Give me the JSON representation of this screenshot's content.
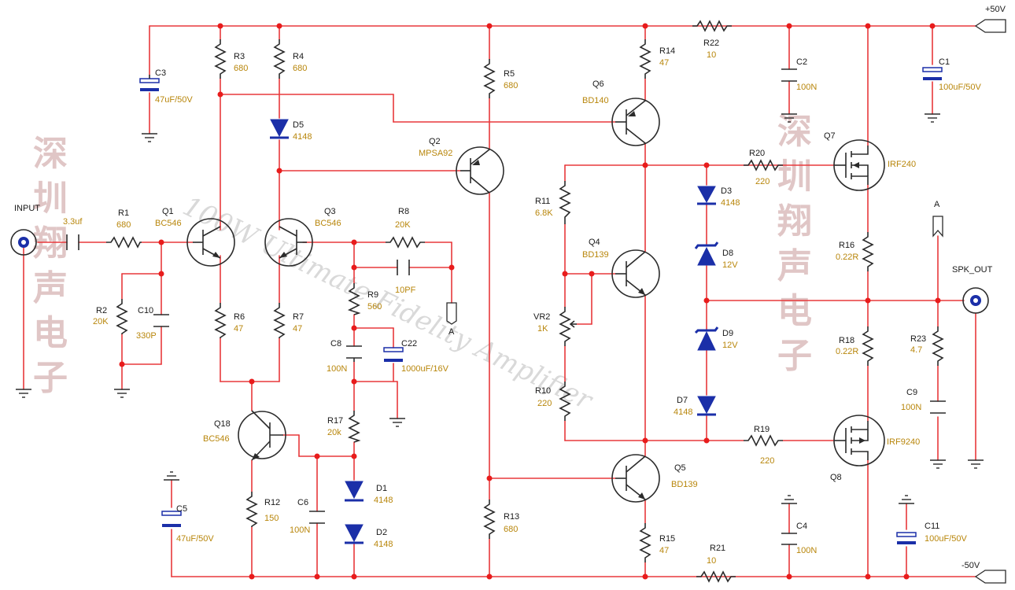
{
  "rails": {
    "pos": "+50V",
    "neg": "-50V"
  },
  "connectors": {
    "input": "INPUT",
    "output": "SPK_OUT",
    "port_a": "A"
  },
  "watermark": {
    "chinese": "深圳翔声电子",
    "title": "100W Ultimate Fidelity Amplifier"
  },
  "components": [
    {
      "ref": "C3",
      "value": "47uF/50V"
    },
    {
      "ref": "R3",
      "value": "680"
    },
    {
      "ref": "R4",
      "value": "680"
    },
    {
      "ref": "D5",
      "value": "4148"
    },
    {
      "ref": "R5",
      "value": "680"
    },
    {
      "ref": "Q2",
      "value": "MPSA92"
    },
    {
      "ref": "R14",
      "value": "47"
    },
    {
      "ref": "Q6",
      "value": "BD140"
    },
    {
      "ref": "R22",
      "value": "10"
    },
    {
      "ref": "C2",
      "value": "100N"
    },
    {
      "ref": "C1",
      "value": "100uF/50V"
    },
    {
      "ref": "Q7",
      "value": "IRF240"
    },
    {
      "ref": "R20",
      "value": "220"
    },
    {
      "ref": "D3",
      "value": "4148"
    },
    {
      "ref": "D8",
      "value": "12V"
    },
    {
      "ref": "D9",
      "value": "12V"
    },
    {
      "ref": "D7",
      "value": "4148"
    },
    {
      "ref": "R19",
      "value": "220"
    },
    {
      "ref": "Q8",
      "value": "IRF9240"
    },
    {
      "ref": "R16",
      "value": "0.22R"
    },
    {
      "ref": "R18",
      "value": "0.22R"
    },
    {
      "ref": "R23",
      "value": "4.7"
    },
    {
      "ref": "C9",
      "value": "100N"
    },
    {
      "ref": "R11",
      "value": "6.8K"
    },
    {
      "ref": "Q4",
      "value": "BD139"
    },
    {
      "ref": "VR2",
      "value": "1K"
    },
    {
      "ref": "R10",
      "value": "220"
    },
    {
      "ref": "Q5",
      "value": "BD139"
    },
    {
      "ref": "R15",
      "value": "47"
    },
    {
      "ref": "R21",
      "value": "10"
    },
    {
      "ref": "C4",
      "value": "100N"
    },
    {
      "ref": "C11",
      "value": "100uF/50V"
    },
    {
      "ref": "R13",
      "value": "680"
    },
    {
      "ref": "Q1",
      "value": "BC546"
    },
    {
      "ref": "Q3",
      "value": "BC546"
    },
    {
      "ref": "R1",
      "value": "680"
    },
    {
      "ref": "C_in",
      "value": "3.3uf"
    },
    {
      "ref": "R2",
      "value": "20K"
    },
    {
      "ref": "C10",
      "value": "330P"
    },
    {
      "ref": "R6",
      "value": "47"
    },
    {
      "ref": "R7",
      "value": "47"
    },
    {
      "ref": "R8",
      "value": "20K"
    },
    {
      "ref": "C_f",
      "value": "10PF"
    },
    {
      "ref": "R9",
      "value": "560"
    },
    {
      "ref": "C8",
      "value": "100N"
    },
    {
      "ref": "C22",
      "value": "1000uF/16V"
    },
    {
      "ref": "R17",
      "value": "20k"
    },
    {
      "ref": "D1",
      "value": "4148"
    },
    {
      "ref": "D2",
      "value": "4148"
    },
    {
      "ref": "Q18",
      "value": "BC546"
    },
    {
      "ref": "R12",
      "value": "150"
    },
    {
      "ref": "C6",
      "value": "100N"
    },
    {
      "ref": "C5",
      "value": "47uF/50V"
    }
  ]
}
